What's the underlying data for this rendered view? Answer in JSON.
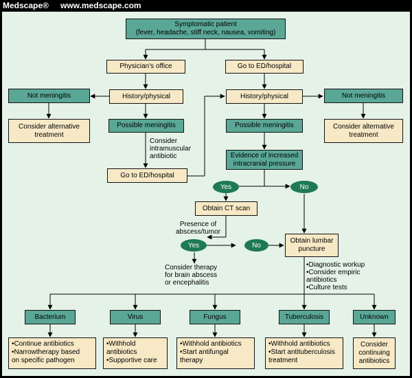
{
  "header": {
    "brand": "Medscape®",
    "url": "www.medscape.com"
  },
  "nodes": {
    "symptomatic": "Symptomatic patient\n(fever, headache, stiff neck, nausea, vomiting)",
    "physicians_office": "Physician's office",
    "go_ed_top": "Go to ED/hospital",
    "not_meningitis_left": "Not meningitis",
    "history_left": "History/physical",
    "history_right": "History/physical",
    "not_meningitis_right": "Not meningitis",
    "alt_treatment_left": "Consider alternative\ntreatment",
    "possible_left": "Possible meningitis",
    "possible_right": "Possible meningitis",
    "alt_treatment_right": "Consider alternative\ntreatment",
    "icp": "Evidence of increased\nintracranial pressure",
    "go_ed_left": "Go to ED/hospital",
    "ct_scan": "Obtain CT scan",
    "lumbar": "Obtain lumbar\npuncture"
  },
  "notes": {
    "im_antibiotic": "Consider\nintramuscular\nantibiotic",
    "abscess": "Presence of\nabscess/tumor",
    "brain_abscess": "Consider therapy\nfor brain abscess\nor encephalitis",
    "workup": "•Diagnostic workup\n•Consider empiric\nantibiotics\n•Culture tests"
  },
  "decisions": {
    "yes_1": "Yes",
    "no_1": "No",
    "yes_2": "Yes",
    "no_2": "No"
  },
  "outcomes": [
    {
      "label": "Bacterium",
      "action": "•Continue antibiotics\n•Narrowtherapy based\non specific pathogen"
    },
    {
      "label": "Virus",
      "action": "•Withhold\nantibiotics\n•Supportive care"
    },
    {
      "label": "Fungus",
      "action": "•Withhold antibiotics\n•Start antifungal\ntherapy"
    },
    {
      "label": "Tuberculosis",
      "action": "•Withhold antibiotics\n•Start antituberculosis\ntreatment"
    },
    {
      "label": "Unknown",
      "action": "Consider\ncontinuing\nantibiotics"
    }
  ],
  "colors": {
    "background": "#000000",
    "panel": "#e5f2e8",
    "tan_box": "#f7e9c6",
    "teal_box": "#5aa796",
    "decision_oval": "#1e7a52"
  }
}
